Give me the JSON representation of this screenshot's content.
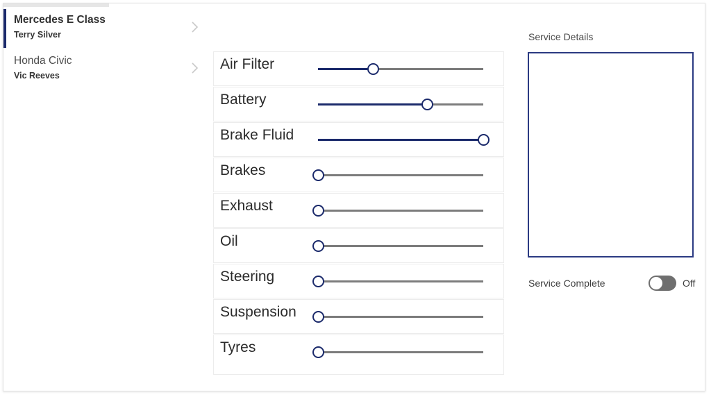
{
  "accent_color": "#1b2a6b",
  "track_color": "#7c7c7c",
  "sidebar": {
    "vehicles": [
      {
        "title": "Mercedes E Class",
        "owner": "Terry Silver",
        "selected": true,
        "chevron": "chevron-right-icon"
      },
      {
        "title": "Honda Civic",
        "owner": "Vic Reeves",
        "selected": false,
        "chevron": "chevron-right-icon"
      }
    ]
  },
  "checklist": {
    "slider_min": 0,
    "slider_max": 100,
    "items": [
      {
        "label": "Air Filter",
        "value": 33
      },
      {
        "label": "Battery",
        "value": 66
      },
      {
        "label": "Brake Fluid",
        "value": 100
      },
      {
        "label": "Brakes",
        "value": 0
      },
      {
        "label": "Exhaust",
        "value": 0
      },
      {
        "label": "Oil",
        "value": 0
      },
      {
        "label": "Steering",
        "value": 0
      },
      {
        "label": "Suspension",
        "value": 0
      },
      {
        "label": "Tyres",
        "value": 0
      }
    ]
  },
  "details": {
    "title": "Service Details",
    "notes_value": "",
    "notes_placeholder": "",
    "complete_label": "Service Complete",
    "toggle_state": "Off",
    "toggle_on": false
  }
}
